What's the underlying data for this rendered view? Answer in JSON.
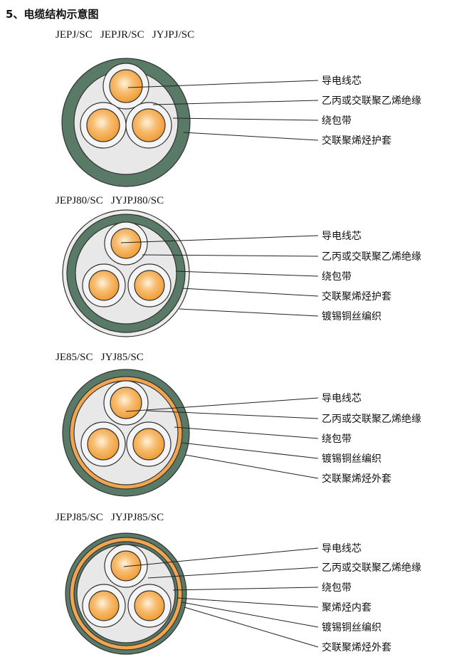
{
  "heading": "5、电缆结构示意图",
  "colors": {
    "sheath_green": "#587A66",
    "orange_layer": "#F2A550",
    "tape_gray": "#E8E8E8",
    "insulation_white": "#F4F4F4",
    "conductor_orange": "#F5A640",
    "conductor_highlight": "#FFF2DC"
  },
  "cables": [
    {
      "model": "JEPJ/SC   JEPJR/SC   JYJPJ/SC",
      "layers": [
        "导电线芯",
        "乙丙或交联聚乙烯绝缘",
        "绕包带",
        "交联聚烯烃护套"
      ]
    },
    {
      "model": "JEPJ80/SC   JYJPJ80/SC",
      "layers": [
        "导电线芯",
        "乙丙或交联聚乙烯绝缘",
        "绕包带",
        "交联聚烯烃护套",
        "镀锡铜丝编织"
      ]
    },
    {
      "model": "JE85/SC   JYJ85/SC",
      "layers": [
        "导电线芯",
        "乙丙或交联聚乙烯绝缘",
        "绕包带",
        "镀锡铜丝编织",
        "交联聚烯烃外套"
      ]
    },
    {
      "model": "JEPJ85/SC   JYJPJ85/SC",
      "layers": [
        "导电线芯",
        "乙丙或交联聚乙烯绝缘",
        "绕包带",
        "聚烯烃内套",
        "镀锡铜丝编织",
        "交联聚烯烃外套"
      ]
    }
  ]
}
